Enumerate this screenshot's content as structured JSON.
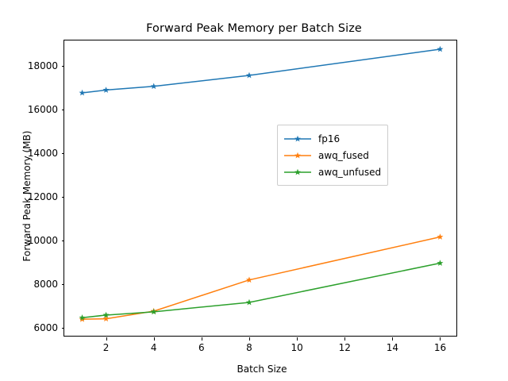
{
  "chart_data": {
    "type": "line",
    "title": "Forward Peak Memory per Batch Size",
    "xlabel": "Batch Size",
    "ylabel": "Forward Peak Memory (MB)",
    "x": [
      1,
      2,
      4,
      8,
      16
    ],
    "xlim": [
      0.25,
      16.75
    ],
    "ylim": [
      5550,
      19150
    ],
    "xticks": [
      2,
      4,
      6,
      8,
      10,
      12,
      14,
      16
    ],
    "xticklabels": [
      "2",
      "4",
      "6",
      "8",
      "10",
      "12",
      "14",
      "16"
    ],
    "yticks": [
      6000,
      8000,
      10000,
      12000,
      14000,
      16000,
      18000
    ],
    "yticklabels": [
      "6000",
      "8000",
      "10000",
      "12000",
      "14000",
      "16000",
      "18000"
    ],
    "grid": false,
    "legend_position": "center right",
    "marker": "star",
    "series": [
      {
        "name": "fp16",
        "color": "#1f77b4",
        "values": [
          16750,
          16880,
          17050,
          17550,
          18750
        ]
      },
      {
        "name": "awq_fused",
        "color": "#ff7f0e",
        "values": [
          6380,
          6400,
          6750,
          8180,
          10150
        ]
      },
      {
        "name": "awq_unfused",
        "color": "#2ca02c",
        "values": [
          6450,
          6570,
          6720,
          7150,
          8950
        ]
      }
    ]
  }
}
